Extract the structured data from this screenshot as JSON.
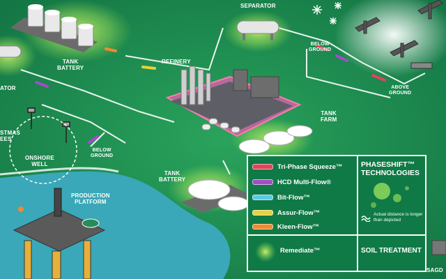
{
  "labels": {
    "separator": "SEPARATOR",
    "below_ground_top": "BELOW\nGROUND",
    "above_ground": "ABOVE\nGROUND",
    "tank_battery_top": "TANK\nBATTERY",
    "refinery": "REFINERY",
    "tank_farm": "TANK\nFARM",
    "separator_left": "ATOR",
    "christmas_trees": "STMAS\nEES",
    "onshore_well": "ONSHORE\nWELL",
    "below_ground_mid": "BELOW\nGROUND",
    "tank_battery_mid": "TANK\nBATTERY",
    "production_platform": "PRODUCTION\nPLATFORM",
    "sagd": "SAGD"
  },
  "legend": {
    "items": [
      {
        "label": "Tri-Phase Squeeze™",
        "color": "#e0455a"
      },
      {
        "label": "HCD Multi-Flow®",
        "color": "#a24cc7"
      },
      {
        "label": "Bit-Flow™",
        "color": "#5ec8e8"
      },
      {
        "label": "Assur-Flow™",
        "color": "#e6d23c"
      },
      {
        "label": "Kleen-Flow™",
        "color": "#f08a2c"
      }
    ],
    "tech_title": "PHASESHIFT™\nTECHNOLOGIES",
    "distance_note": "Actual distance is longer than depicted",
    "remediate": "Remediate™",
    "soil_treatment": "SOIL TREATMENT"
  },
  "colors": {
    "background": "#1c8a52",
    "water": "#3aa8b8",
    "legend_bg": "#0f7a46",
    "pipe": "#e8f4ee"
  }
}
